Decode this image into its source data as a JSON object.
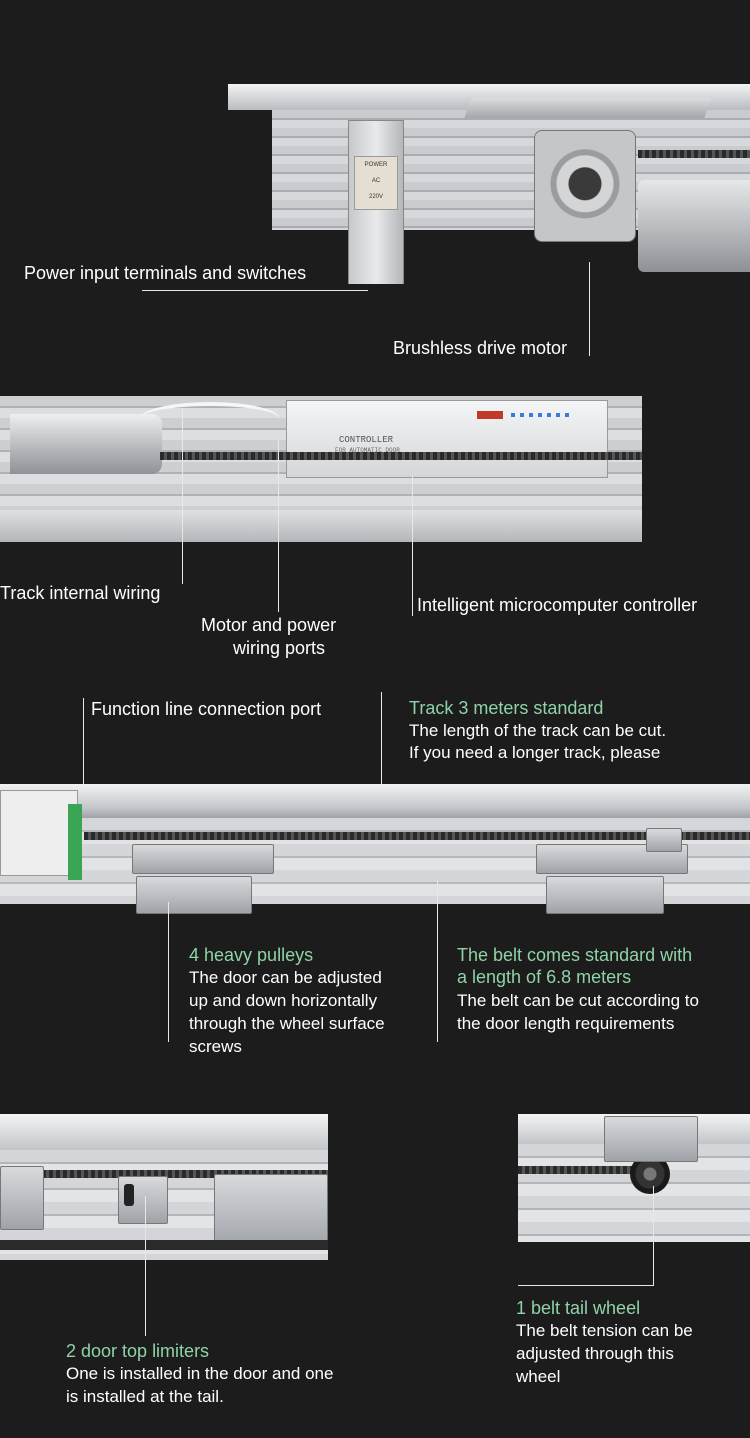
{
  "section1": {
    "label_power": "Power input terminals and switches",
    "label_motor": "Brushless drive motor",
    "terminal_text": [
      "POWER",
      "AC",
      "220V"
    ]
  },
  "section2": {
    "label_wiring": "Track internal wiring",
    "label_ports": [
      "Motor and power",
      "wiring ports"
    ],
    "label_controller": "Intelligent microcomputer controller",
    "controller_title": "CONTROLLER",
    "controller_sub": "FOR AUTOMATIC DOOR"
  },
  "section3": {
    "label_function": "Function line connection port",
    "track_title": "Track 3 meters standard",
    "track_desc": [
      "The length of the track can be cut.",
      "If you need a longer track, please"
    ],
    "pulleys_title": "4 heavy pulleys",
    "pulleys_desc": [
      "The door can be adjusted",
      "up and down horizontally",
      "through the wheel surface",
      "screws"
    ],
    "belt_title": [
      "The belt comes standard with",
      "a length of 6.8 meters"
    ],
    "belt_desc": [
      "The belt can be cut according to",
      "the door length requirements"
    ]
  },
  "section4": {
    "limiter_title": "2 door top limiters",
    "limiter_desc": [
      "One is installed in the door and one",
      "is installed at the tail."
    ],
    "wheel_title": "1 belt tail wheel",
    "wheel_desc": [
      "The belt tension can be",
      "adjusted through this",
      "wheel"
    ]
  },
  "colors": {
    "background": "#1c1c1d",
    "accent_green": "#8fd3a6",
    "text": "#ffffff"
  }
}
